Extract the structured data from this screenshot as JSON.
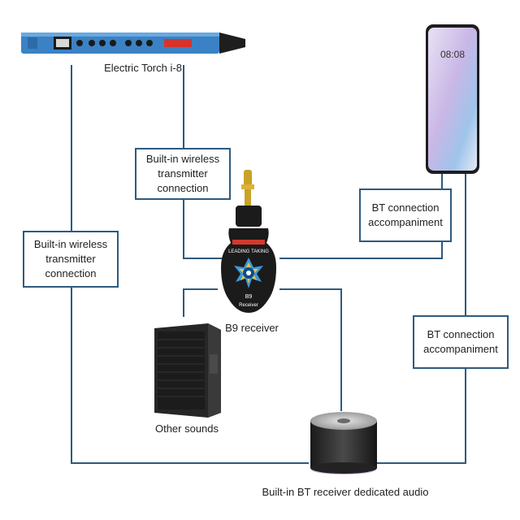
{
  "colors": {
    "wire": "#2e5a7e",
    "instrument_body": "#3b82c4",
    "receiver_body": "#1b1b1b",
    "speaker_body": "#2a2a2a",
    "phone_screen": "#c9b7e6"
  },
  "devices": {
    "instrument": {
      "label": "Electric Torch i-8",
      "icon": "electronic-wind-instrument-icon"
    },
    "phone": {
      "clock": "08:08",
      "icon": "smartphone-icon"
    },
    "receiver": {
      "label": "B9 receiver",
      "icon": "guitar-shaped-receiver-icon",
      "brand": "LEADING TAKING",
      "model": "B9",
      "sublabel": "Receiver"
    },
    "speaker": {
      "label": "Other sounds",
      "icon": "pa-speaker-icon"
    },
    "bt_audio": {
      "label": "Built-in BT receiver dedicated audio",
      "icon": "bluetooth-speaker-icon"
    }
  },
  "connections": {
    "wireless_top": "Built-in wireless\ntransmitter\nconnection",
    "wireless_left": "Built-in wireless\ntransmitter\nconnection",
    "bt_top": "BT connection\naccompaniment",
    "bt_right": "BT connection\naccompaniment"
  }
}
